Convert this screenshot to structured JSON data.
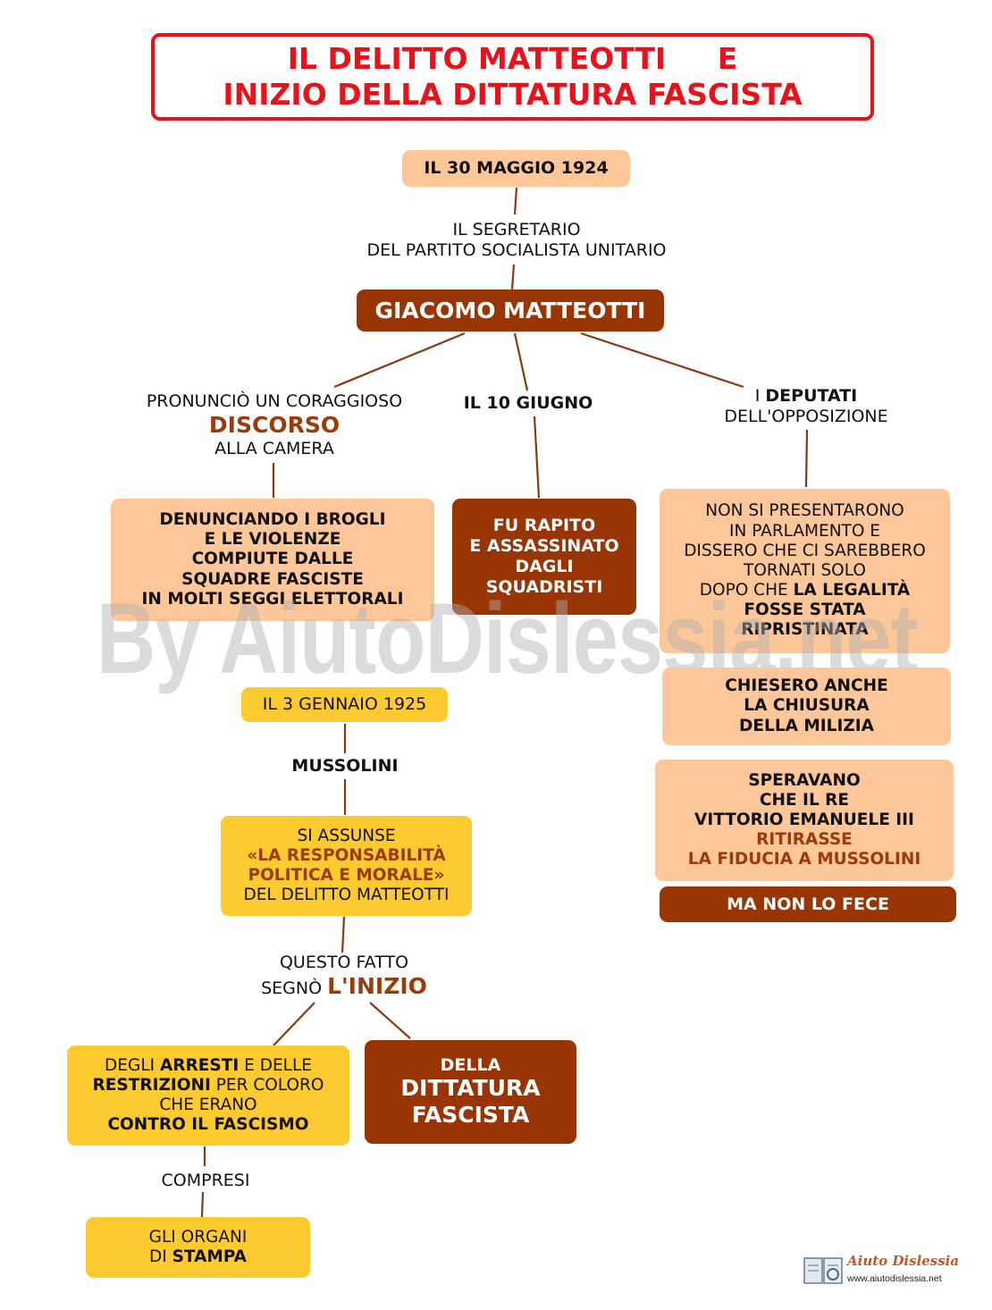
{
  "title": {
    "line1": "IL DELITTO MATTEOTTI     E",
    "line2": "INIZIO DELLA DITTATURA FASCISTA"
  },
  "date_1924": "IL 30 MAGGIO 1924",
  "segretario": {
    "line1": "IL SEGRETARIO",
    "line2": "DEL PARTITO SOCIALISTA UNITARIO"
  },
  "matteotti": "GIACOMO MATTEOTTI",
  "discorso": {
    "line1": "PRONUNCIÒ UN CORAGGIOSO",
    "line2": "DISCORSO",
    "line3": "ALLA CAMERA"
  },
  "giugno": "IL 10 GIUGNO",
  "deputati": {
    "pre": "I ",
    "bold": "DEPUTATI",
    "line2": "DELL'OPPOSIZIONE"
  },
  "brogli": {
    "lines": [
      "DENUNCIANDO I BROGLI",
      "E LE VIOLENZE",
      "COMPIUTE DALLE",
      "SQUADRE FASCISTE",
      "IN MOLTI SEGGI ELETTORALI"
    ]
  },
  "rapito": {
    "lines": [
      "FU RAPITO",
      "E ASSASSINATO",
      "DAGLI",
      "SQUADRISTI"
    ]
  },
  "presentarono": {
    "lines": [
      "NON SI PRESENTARONO",
      "IN PARLAMENTO E",
      "DISSERO CHE CI SAREBBERO",
      "TORNATI SOLO"
    ],
    "line5_pre": "DOPO CHE ",
    "line5_bold": "LA LEGALITÀ",
    "line6": "FOSSE STATA",
    "line7": "RIPRISTINATA"
  },
  "milizia": {
    "lines": [
      "CHIESERO ANCHE",
      "LA CHIUSURA",
      "DELLA MILIZIA"
    ]
  },
  "speravano": {
    "line1": "SPERAVANO",
    "line2": "CHE IL RE",
    "line3": "VITTORIO EMANUELE III",
    "line4": "RITIRASSE",
    "line5": "LA FIDUCIA A MUSSOLINI"
  },
  "nonlofece": "MA NON LO FECE",
  "date_1925": "IL 3 GENNAIO 1925",
  "mussolini": "MUSSOLINI",
  "assunse": {
    "line1": "SI ASSUNSE",
    "line2": "«LA RESPONSABILITÀ",
    "line3": "POLITICA E MORALE»",
    "line4": "DEL DELITTO MATTEOTTI"
  },
  "questo": {
    "line1": "QUESTO FATTO",
    "line2_pre": "SEGNÒ ",
    "line2_bold": "L'INIZIO"
  },
  "arresti": {
    "l1_pre": "DEGLI ",
    "l1_bold": "ARRESTI",
    "l1_post": " E DELLE",
    "l2_bold": "RESTRIZIONI",
    "l2_post": " PER COLORO",
    "l3": "CHE ERANO",
    "l4": "CONTRO IL FASCISMO"
  },
  "dittatura": {
    "line1": "DELLA",
    "line2": "DITTATURA",
    "line3": "FASCISTA"
  },
  "compresi": "COMPRESI",
  "stampa": {
    "line1": "GLI ORGANI",
    "line2_pre": "DI ",
    "line2_bold": "STAMPA"
  },
  "watermark": "By AiutoDislessia.net",
  "logo": {
    "name": "Aiuto Dislessia",
    "url": "www.aiutodislessia.net"
  },
  "colors": {
    "title_red": "#e8121b",
    "peach": "#fdc79a",
    "gold": "#fdca2f",
    "brown": "#993404",
    "rust_text": "#9b3a0a",
    "line": "#8a3a12"
  }
}
